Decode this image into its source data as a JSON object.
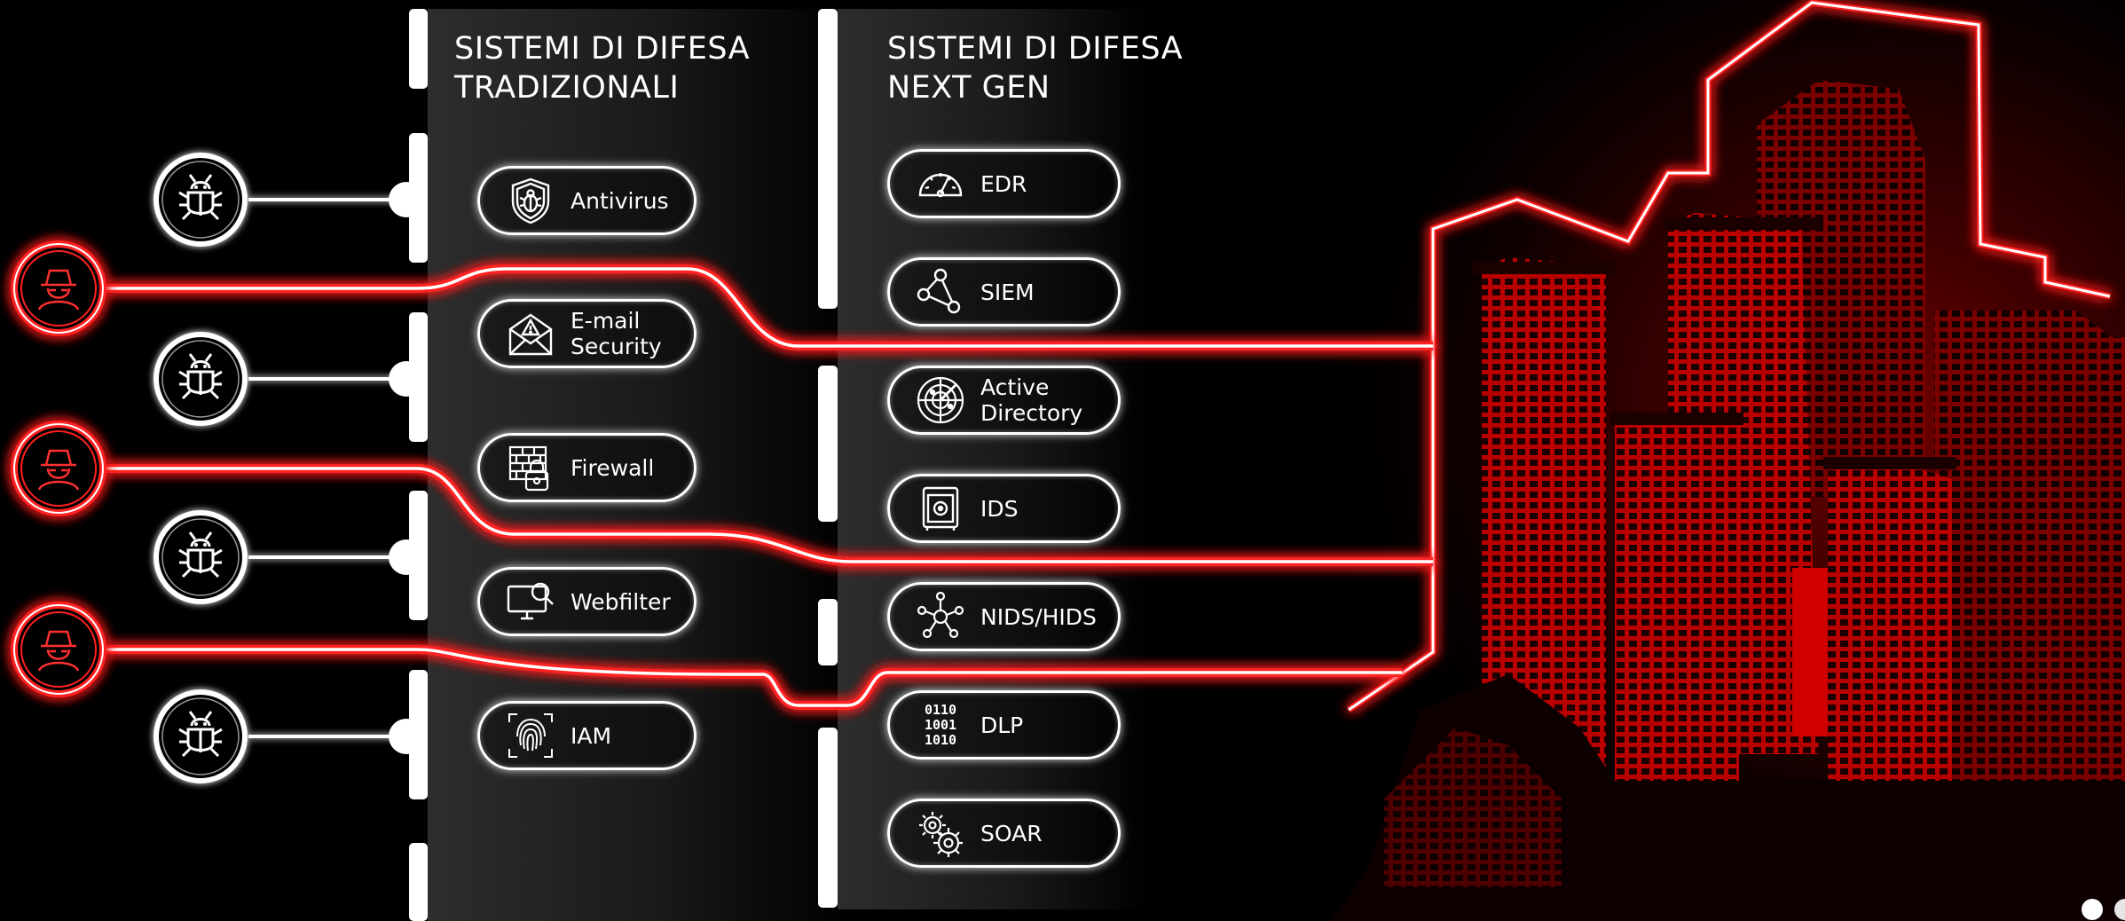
{
  "columns": {
    "traditional": {
      "title_line1": "SISTEMI DI DIFESA",
      "title_line2": "TRADIZIONALI",
      "items": [
        {
          "label": "Antivirus",
          "icon": "shield-bug-icon"
        },
        {
          "label_line1": "E-mail",
          "label_line2": "Security",
          "icon": "email-alert-icon"
        },
        {
          "label": "Firewall",
          "icon": "firewall-lock-icon"
        },
        {
          "label": "Webfilter",
          "icon": "monitor-magnifier-icon"
        },
        {
          "label": "IAM",
          "icon": "fingerprint-icon"
        }
      ]
    },
    "nextgen": {
      "title_line1": "SISTEMI DI DIFESA",
      "title_line2": "NEXT GEN",
      "items": [
        {
          "label": "EDR",
          "icon": "speedometer-icon"
        },
        {
          "label": "SIEM",
          "icon": "share-nodes-icon"
        },
        {
          "label_line1": "Active",
          "label_line2": "Directory",
          "icon": "radar-icon"
        },
        {
          "label": "IDS",
          "icon": "safe-icon"
        },
        {
          "label": "NIDS/HIDS",
          "icon": "network-hub-icon"
        },
        {
          "label": "DLP",
          "icon": "binary-icon"
        },
        {
          "label": "SOAR",
          "icon": "gears-icon"
        }
      ]
    }
  },
  "threats": {
    "blocked": [
      "bug-icon",
      "bug-icon",
      "bug-icon",
      "bug-icon"
    ],
    "intruders": [
      "hacker-icon",
      "hacker-icon",
      "hacker-icon"
    ]
  },
  "target": {
    "name": "city-buildings-illustration"
  },
  "colors": {
    "accent_red": "#ff1f1f",
    "glow_white": "#ffffff",
    "background": "#000000",
    "building_red": "#c40000"
  }
}
